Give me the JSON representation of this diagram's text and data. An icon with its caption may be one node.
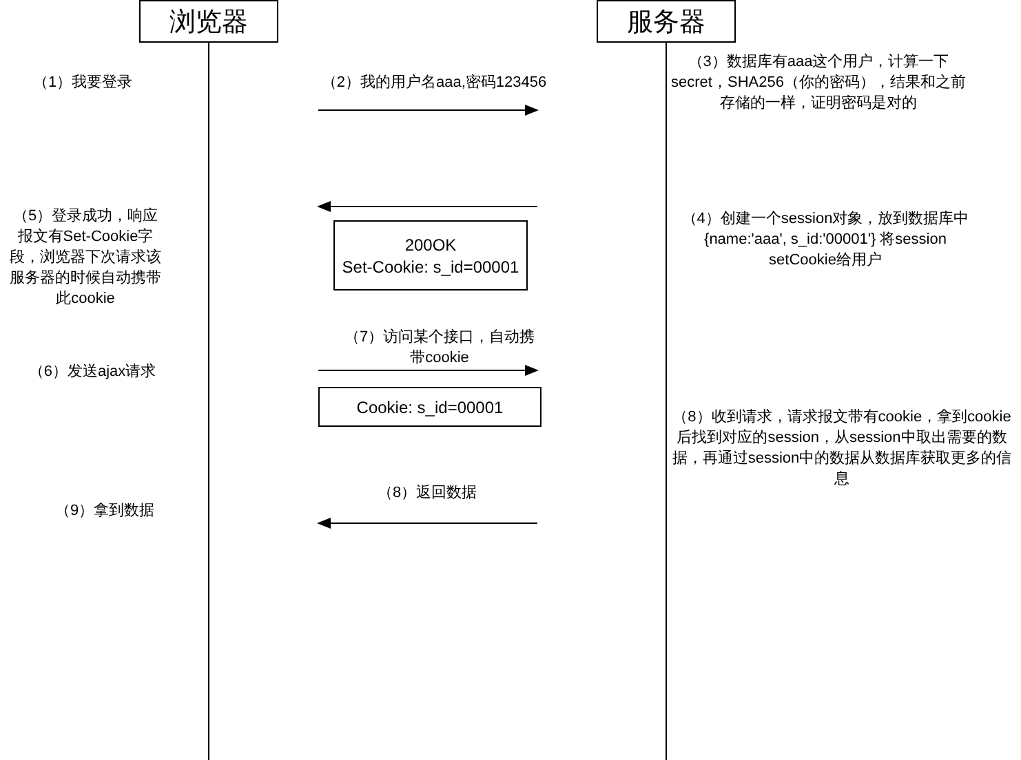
{
  "diagram": {
    "nodes": [
      {
        "text": [
          "浏览器"
        ]
      },
      {
        "text": [
          "服务器"
        ]
      },
      {
        "text": [
          "200OK",
          "Set-Cookie: s_id=00001"
        ]
      },
      {
        "text": [
          "Cookie: s_id=00001"
        ]
      }
    ],
    "edges": [
      {
        "from": 0,
        "to": null,
        "arrow": "none"
      },
      {
        "from": 1,
        "to": null,
        "arrow": "none"
      }
    ],
    "labels": [
      "（1）我要登录",
      "（2）我的用户名aaa,密码123456",
      "（3）数据库有aaa这个用户，计算一下 secret，SHA256（你的密码），结果和之前存储的一样，证明密码是对的",
      "（5）登录成功，响应报文有Set-Cookie字段，浏览器下次请求该服务器的时候自动携带此cookie",
      "（4）创建一个session对象，放到数据库中 {name:'aaa', s_id:'00001'} 将session setCookie给用户",
      "（7）访问某个接口，自动携带cookie",
      "（6）发送ajax请求",
      "（8）收到请求，请求报文带有cookie，拿到cookie后找到对应的session，从session中取出需要的数据，再通过session中的数据从数据库获取更多的信息",
      "（9）拿到数据",
      "（8）返回数据"
    ]
  }
}
